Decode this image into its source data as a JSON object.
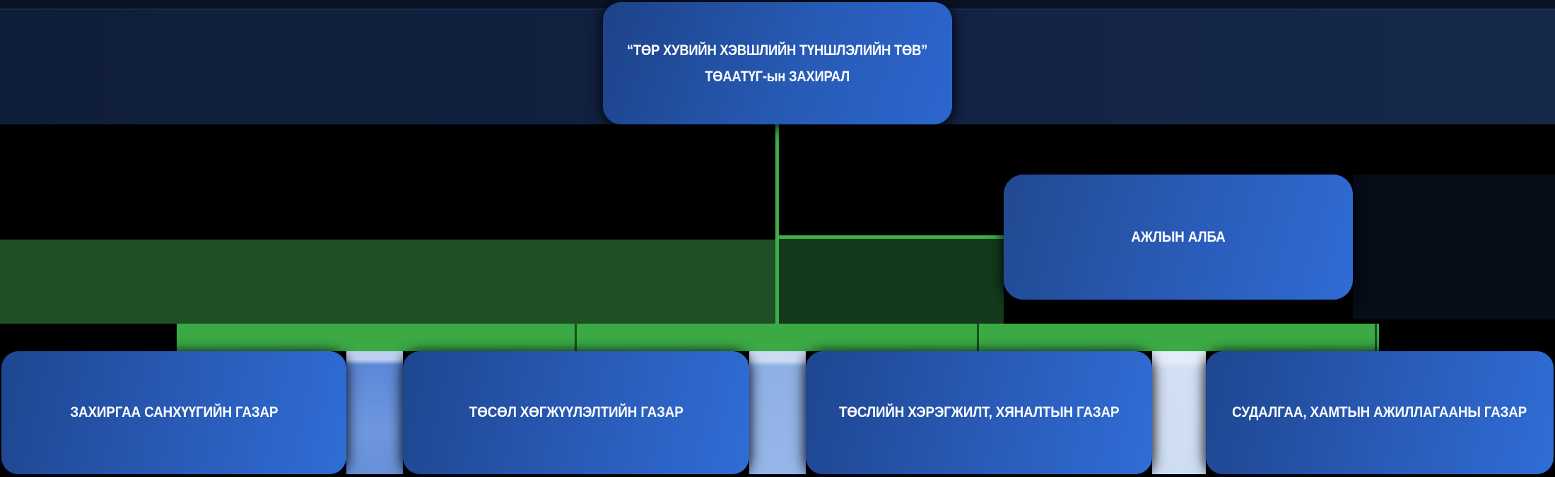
{
  "org_chart": {
    "root_box": {
      "line1": "“ТӨР ХУВИЙН ХЭВШЛИЙН ТҮНШЛЭЛИЙН ТӨВ”",
      "line2": "ТӨААТҮГ-ын ЗАХИРАЛ"
    },
    "staff_box": {
      "label": "АЖЛЫН АЛБА"
    },
    "departments": [
      {
        "label": "ЗАХИРГАА САНХҮҮГИЙН ГАЗАР"
      },
      {
        "label": "ТӨСӨЛ ХӨГЖҮҮЛЭЛТИЙН ГАЗАР"
      },
      {
        "label": "ТӨСЛИЙН ХЭРЭГЖИЛТ, ХЯНАЛТЫН ГАЗАР"
      },
      {
        "label": "СУДАЛГАА, ХАМТЫН АЖИЛЛАГААНЫ ГАЗАР"
      }
    ],
    "colors": {
      "connector_green": "#3EAD48",
      "bar_green": "#3BAA45",
      "background_green_left": "#1D5125",
      "background_green_right": "#143A1B",
      "background_navy": "#0F1E38",
      "box_blue_start": "#1E4690",
      "box_blue_end": "#2F6DD6",
      "text_white": "#FCFDFE"
    }
  }
}
